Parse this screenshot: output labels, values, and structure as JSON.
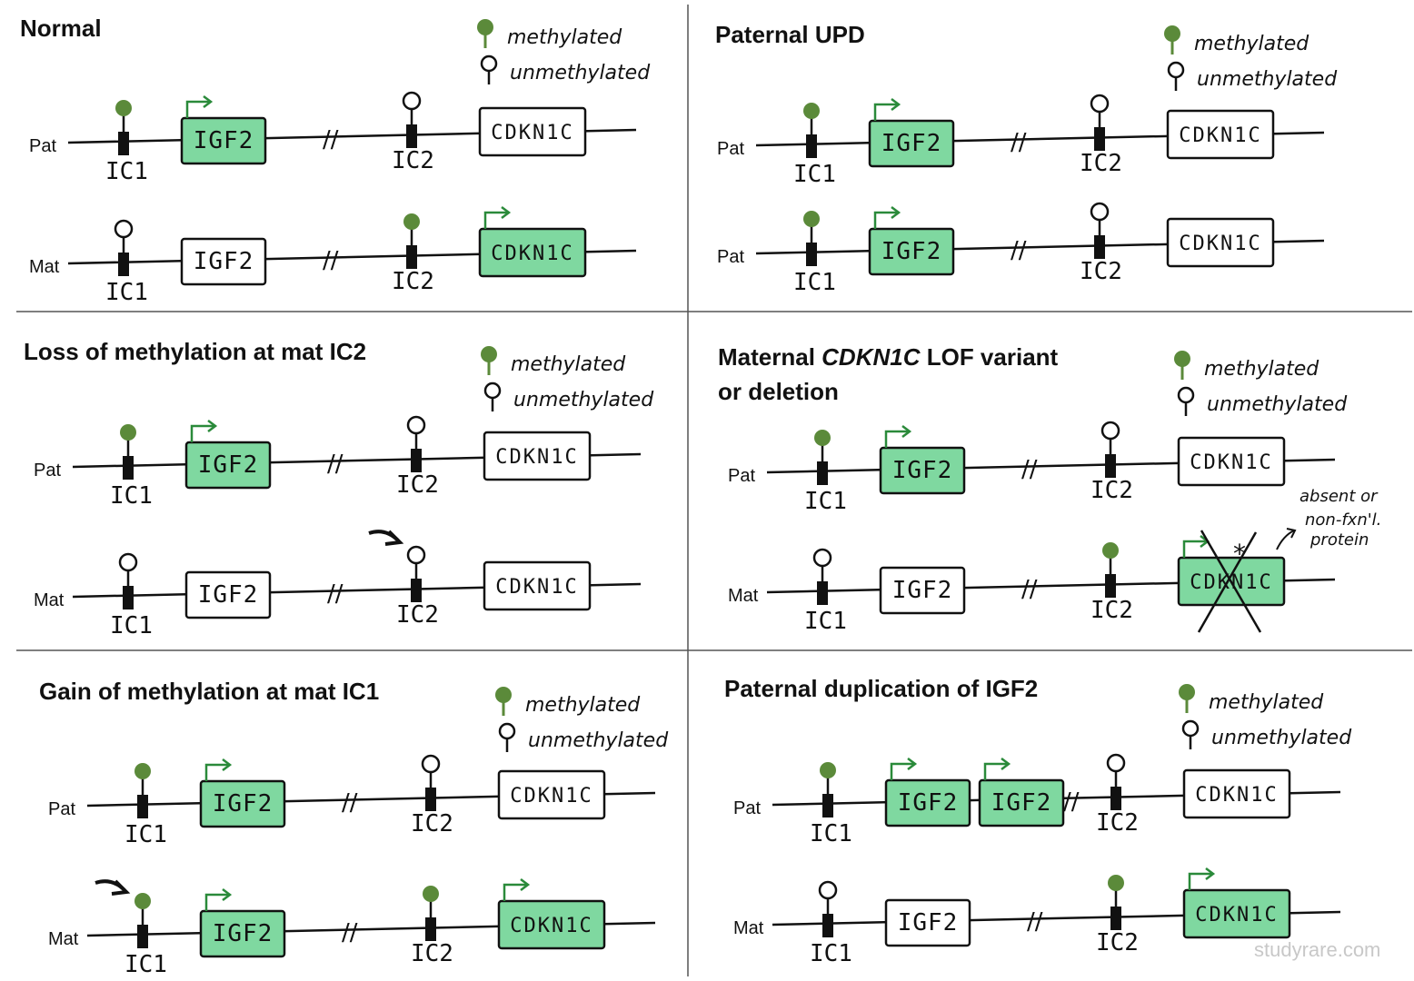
{
  "colors": {
    "green_fill": "#7fd8a0",
    "methyl_green": "#5b8a3a",
    "arrow_green": "#2a8a3a",
    "line": "#111111",
    "divider": "#555555"
  },
  "legend": {
    "methylated": "methylated",
    "unmethylated": "unmethylated"
  },
  "labels": {
    "ic1": "IC1",
    "ic2": "IC2",
    "igf2": "IGF2",
    "cdkn1c": "CDKN1C",
    "pat": "Pat",
    "mat": "Mat",
    "break": "//"
  },
  "panels": [
    {
      "title": "Normal",
      "strands": [
        {
          "label": "Pat",
          "ic1": "methylated",
          "igf2": [
            "active"
          ],
          "ic2": "unmethylated",
          "cdkn1c": "inactive"
        },
        {
          "label": "Mat",
          "ic1": "unmethylated",
          "igf2": [
            "inactive"
          ],
          "ic2": "methylated",
          "cdkn1c": "active"
        }
      ]
    },
    {
      "title": "Paternal UPD",
      "strands": [
        {
          "label": "Pat",
          "ic1": "methylated",
          "igf2": [
            "active"
          ],
          "ic2": "unmethylated",
          "cdkn1c": "inactive"
        },
        {
          "label": "Pat",
          "ic1": "methylated",
          "igf2": [
            "active"
          ],
          "ic2": "unmethylated",
          "cdkn1c": "inactive"
        }
      ]
    },
    {
      "title": "Loss of methylation at mat IC2",
      "strands": [
        {
          "label": "Pat",
          "ic1": "methylated",
          "igf2": [
            "active"
          ],
          "ic2": "unmethylated",
          "cdkn1c": "inactive"
        },
        {
          "label": "Mat",
          "ic1": "unmethylated",
          "igf2": [
            "inactive"
          ],
          "ic2": "unmethylated",
          "cdkn1c": "inactive",
          "pointer": "ic2"
        }
      ]
    },
    {
      "title_prefix": "Maternal ",
      "title_italic": "CDKN1C",
      "title_suffix": " LOF variant",
      "title_line2": "or deletion",
      "note": [
        "absent or",
        "non-fxn'l.",
        "protein"
      ],
      "strands": [
        {
          "label": "Pat",
          "ic1": "methylated",
          "igf2": [
            "active"
          ],
          "ic2": "unmethylated",
          "cdkn1c": "inactive"
        },
        {
          "label": "Mat",
          "ic1": "unmethylated",
          "igf2": [
            "inactive"
          ],
          "ic2": "methylated",
          "cdkn1c": "crossed"
        }
      ]
    },
    {
      "title": "Gain of methylation at mat IC1",
      "strands": [
        {
          "label": "Pat",
          "ic1": "methylated",
          "igf2": [
            "active"
          ],
          "ic2": "unmethylated",
          "cdkn1c": "inactive"
        },
        {
          "label": "Mat",
          "ic1": "methylated",
          "igf2": [
            "active"
          ],
          "ic2": "methylated",
          "cdkn1c": "active",
          "pointer": "ic1"
        }
      ]
    },
    {
      "title": "Paternal duplication of IGF2",
      "strands": [
        {
          "label": "Pat",
          "ic1": "methylated",
          "igf2": [
            "active",
            "active"
          ],
          "ic2": "unmethylated",
          "cdkn1c": "inactive"
        },
        {
          "label": "Mat",
          "ic1": "unmethylated",
          "igf2": [
            "inactive"
          ],
          "ic2": "methylated",
          "cdkn1c": "active"
        }
      ]
    }
  ],
  "watermark": "studyrare.com"
}
